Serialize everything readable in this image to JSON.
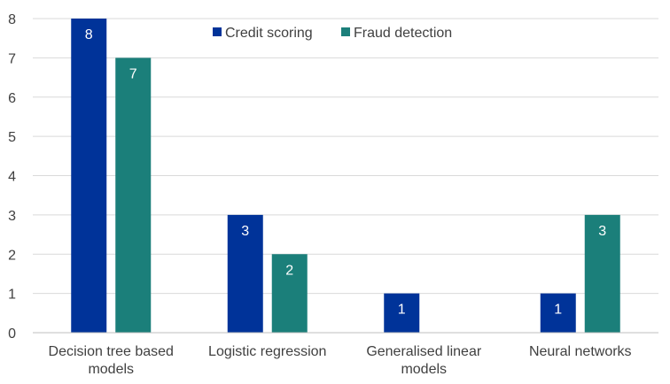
{
  "chart_data": {
    "type": "bar",
    "categories": [
      [
        "Decision tree based",
        "models"
      ],
      [
        "Logistic regression"
      ],
      [
        "Generalised linear",
        "models"
      ],
      [
        "Neural networks"
      ]
    ],
    "series": [
      {
        "name": "Credit scoring",
        "color": "#003399",
        "values": [
          8,
          3,
          1,
          1
        ]
      },
      {
        "name": "Fraud detection",
        "color": "#1b7f7a",
        "values": [
          7,
          2,
          null,
          3
        ]
      }
    ],
    "ylim": [
      0,
      8
    ],
    "yticks": [
      "0",
      "1",
      "2",
      "3",
      "4",
      "5",
      "6",
      "7",
      "8"
    ],
    "grid": true,
    "legend_position": "top-center",
    "title": "",
    "xlabel": "",
    "ylabel": ""
  }
}
